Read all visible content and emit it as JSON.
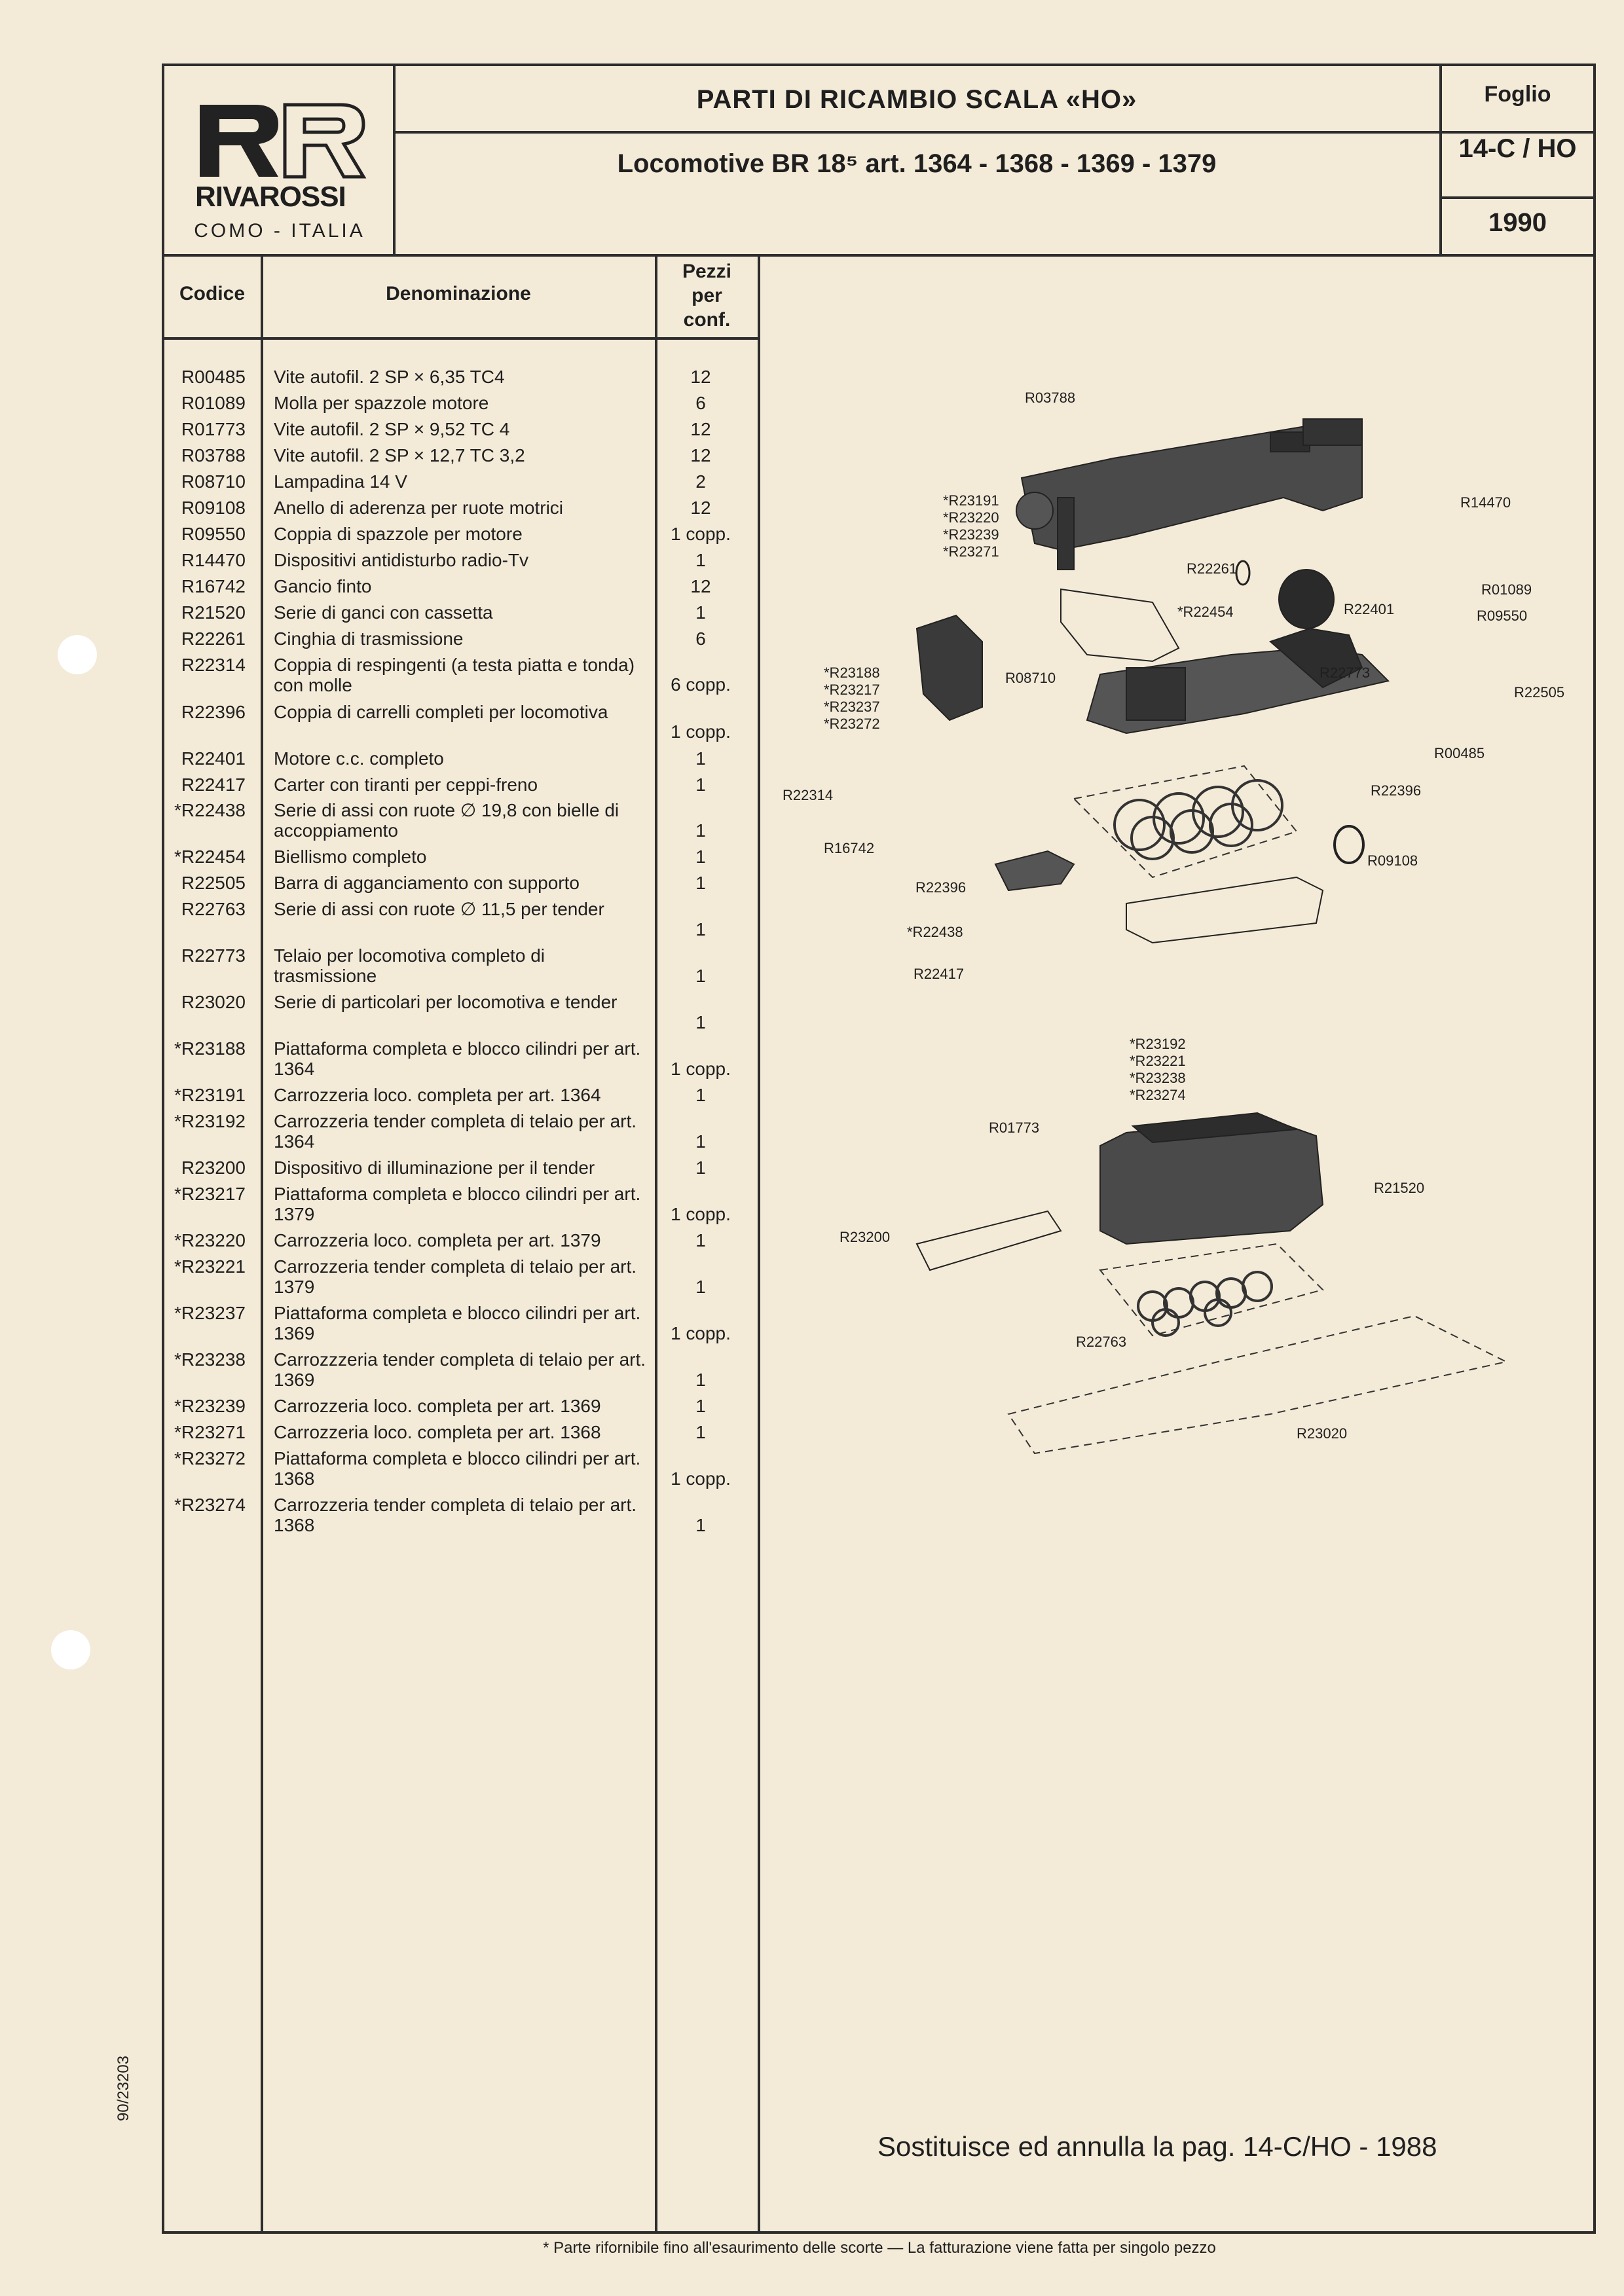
{
  "header": {
    "title": "PARTI DI RICAMBIO SCALA «HO»",
    "subtitle": "Locomotive BR 18⁵ art. 1364 - 1368 - 1369 - 1379",
    "foglio_label": "Foglio",
    "foglio_value": "14-C / HO",
    "year": "1990"
  },
  "logo": {
    "name": "RIVAROSSI",
    "city": "COMO - ITALIA"
  },
  "columns": {
    "code": "Codice",
    "name": "Denominazione",
    "qty_1": "Pezzi",
    "qty_2": "per",
    "qty_3": "conf."
  },
  "parts": [
    {
      "code": "R00485",
      "name": "Vite autofil. 2 SP × 6,35 TC4",
      "qty": "12"
    },
    {
      "code": "R01089",
      "name": "Molla per spazzole motore",
      "qty": "6"
    },
    {
      "code": "R01773",
      "name": "Vite autofil. 2 SP × 9,52 TC 4",
      "qty": "12"
    },
    {
      "code": "R03788",
      "name": "Vite autofil. 2 SP × 12,7 TC 3,2",
      "qty": "12"
    },
    {
      "code": "R08710",
      "name": "Lampadina 14 V",
      "qty": "2"
    },
    {
      "code": "R09108",
      "name": "Anello di aderenza per ruote motrici",
      "qty": "12"
    },
    {
      "code": "R09550",
      "name": "Coppia di spazzole per motore",
      "qty": "1 copp."
    },
    {
      "code": "R14470",
      "name": "Dispositivi antidisturbo radio-Tv",
      "qty": "1"
    },
    {
      "code": "R16742",
      "name": "Gancio finto",
      "qty": "12"
    },
    {
      "code": "R21520",
      "name": "Serie di ganci con cassetta",
      "qty": "1"
    },
    {
      "code": "R22261",
      "name": "Cinghia di trasmissione",
      "qty": "6"
    },
    {
      "code": "R22314",
      "name": "Coppia di respingenti (a testa piatta e tonda) con molle",
      "qty": "6 copp."
    },
    {
      "code": "R22396",
      "name": "Coppia di carrelli completi per locomotiva",
      "qty": "1 copp."
    },
    {
      "code": "R22401",
      "name": "Motore c.c. completo",
      "qty": "1"
    },
    {
      "code": "R22417",
      "name": "Carter con tiranti per ceppi-freno",
      "qty": "1"
    },
    {
      "code": "*R22438",
      "name": "Serie di assi con ruote ∅ 19,8 con bielle di accoppiamento",
      "qty": "1"
    },
    {
      "code": "*R22454",
      "name": "Biellismo completo",
      "qty": "1"
    },
    {
      "code": "R22505",
      "name": "Barra di agganciamento con supporto",
      "qty": "1"
    },
    {
      "code": "R22763",
      "name": "Serie di assi con ruote ∅ 11,5 per tender",
      "qty": "1"
    },
    {
      "code": "R22773",
      "name": "Telaio per locomotiva completo di trasmissione",
      "qty": "1"
    },
    {
      "code": "R23020",
      "name": "Serie di particolari per locomotiva e tender",
      "qty": "1"
    },
    {
      "code": "*R23188",
      "name": "Piattaforma completa e blocco cilindri per art. 1364",
      "qty": "1 copp."
    },
    {
      "code": "*R23191",
      "name": "Carrozzeria loco. completa per art. 1364",
      "qty": "1"
    },
    {
      "code": "*R23192",
      "name": "Carrozzeria tender completa di telaio per art. 1364",
      "qty": "1"
    },
    {
      "code": "R23200",
      "name": "Dispositivo di illuminazione per il tender",
      "qty": "1"
    },
    {
      "code": "*R23217",
      "name": "Piattaforma completa e blocco cilindri per art. 1379",
      "qty": "1 copp."
    },
    {
      "code": "*R23220",
      "name": "Carrozzeria loco. completa per art. 1379",
      "qty": "1"
    },
    {
      "code": "*R23221",
      "name": "Carrozzeria tender completa di telaio per art. 1379",
      "qty": "1"
    },
    {
      "code": "*R23237",
      "name": "Piattaforma completa e blocco cilindri per art. 1369",
      "qty": "1 copp."
    },
    {
      "code": "*R23238",
      "name": "Carrozzzeria tender completa di telaio per art. 1369",
      "qty": "1"
    },
    {
      "code": "*R23239",
      "name": "Carrozzeria loco. completa per art. 1369",
      "qty": "1"
    },
    {
      "code": "*R23271",
      "name": "Carrozzeria loco. completa per art. 1368",
      "qty": "1"
    },
    {
      "code": "*R23272",
      "name": "Piattaforma completa e blocco cilindri per art. 1368",
      "qty": "1 copp."
    },
    {
      "code": "*R23274",
      "name": "Carrozzeria tender completa di telaio per art. 1368",
      "qty": "1"
    }
  ],
  "diagram_labels": [
    {
      "text": "R03788"
    },
    {
      "text": "*R23191\n*R23220\n*R23239\n*R23271"
    },
    {
      "text": "R14470"
    },
    {
      "text": "R22261"
    },
    {
      "text": "*R22454"
    },
    {
      "text": "R22401"
    },
    {
      "text": "R01089"
    },
    {
      "text": "R09550"
    },
    {
      "text": "*R23188\n*R23217\n*R23237\n*R23272"
    },
    {
      "text": "R08710"
    },
    {
      "text": "R22773"
    },
    {
      "text": "R22505"
    },
    {
      "text": "R00485"
    },
    {
      "text": "R22314"
    },
    {
      "text": "R22396"
    },
    {
      "text": "R16742"
    },
    {
      "text": "R09108"
    },
    {
      "text": "R22396"
    },
    {
      "text": "*R22438"
    },
    {
      "text": "R22417"
    },
    {
      "text": "*R23192\n*R23221\n*R23238\n*R23274"
    },
    {
      "text": "R01773"
    },
    {
      "text": "R21520"
    },
    {
      "text": "R23200"
    },
    {
      "text": "R22763"
    },
    {
      "text": "R23020"
    }
  ],
  "replaces_note": "Sostituisce ed annulla la pag. 14-C/HO - 1988",
  "footnote": "* Parte rifornibile fino all'esaurimento delle scorte — La fatturazione viene fatta per singolo pezzo",
  "side_code": "90/23203"
}
